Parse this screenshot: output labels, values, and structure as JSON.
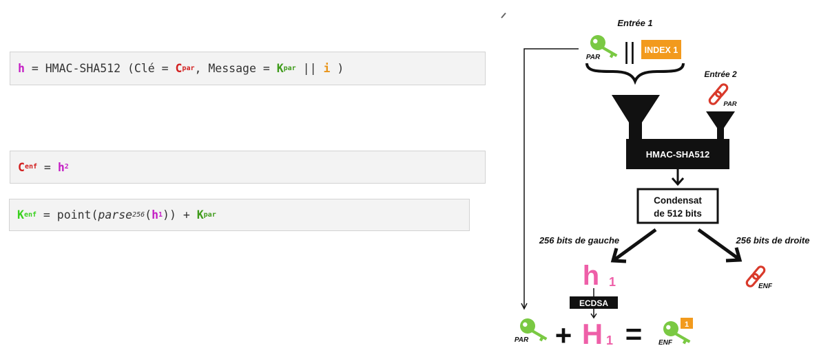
{
  "formulas": {
    "line1": {
      "h": "h",
      "eq1": " = HMAC-SHA512 (Clé = ",
      "C": "C",
      "par1": "par",
      "mid": ", Message = ",
      "K": "K",
      "par2": "par",
      "concat": " || ",
      "i": "i",
      "end": " )"
    },
    "line2": {
      "C": "C",
      "enf": "enf",
      "eq": " = ",
      "h": "h",
      "sub2": "2"
    },
    "line3": {
      "K": "K",
      "enf": "enf",
      "eq": " = point(",
      "parse": "parse",
      "sub256": "256",
      "open": "(",
      "h": "h",
      "sub1": "1",
      "close": ")) + ",
      "K2": "K",
      "par": "par"
    }
  },
  "diagram": {
    "entree1": "Entrée 1",
    "entree2": "Entrée 2",
    "par_key_label": "PAR",
    "concat_symbol": "||",
    "index_label": "INDEX 1",
    "par_chain_label": "PAR",
    "hmac_label": "HMAC-SHA512",
    "digest_line1": "Condensat",
    "digest_line2": "de 512 bits",
    "left_bits": "256 bits de gauche",
    "right_bits": "256 bits de droite",
    "h_letter": "h",
    "h_sub": "1",
    "ecdsa_label": "ECDSA",
    "enf_chain_label": "ENF",
    "bottom_par_label": "PAR",
    "plus": "+",
    "H_letter": "H",
    "H_sub": "1",
    "equals": "=",
    "bottom_enf_label": "ENF",
    "badge_number": "1"
  },
  "colors": {
    "key_green": "#7ac943",
    "chain_red": "#d93a2b",
    "index_orange": "#f29a1d",
    "h_pink": "#ee5fa8"
  },
  "icons": [
    "key-icon",
    "chain-link-icon",
    "funnel-icon",
    "pencil-icon"
  ]
}
